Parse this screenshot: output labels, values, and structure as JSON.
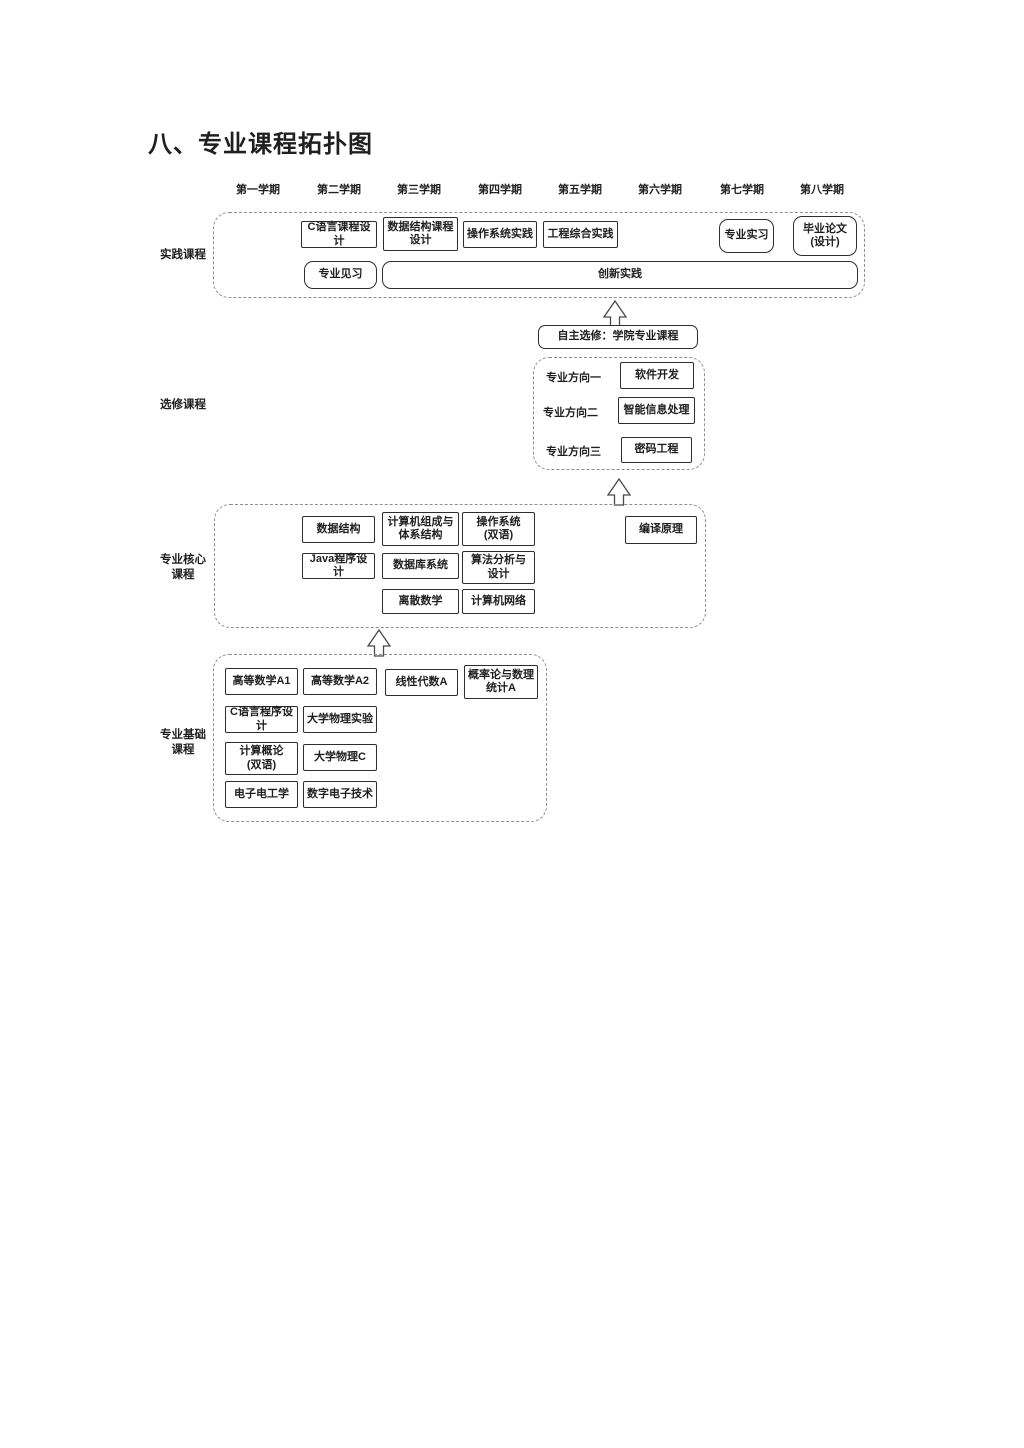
{
  "title": "八、专业课程拓扑图",
  "semester_headers": [
    "第一学期",
    "第二学期",
    "第三学期",
    "第四学期",
    "第五学期",
    "第六学期",
    "第七学期",
    "第八学期"
  ],
  "practice": {
    "label": "实践课程",
    "c_course_design": "C语言课程设计",
    "ds_course_design": "数据结构课程\n设计",
    "os_practice": "操作系统实践",
    "engineering_practice": "工程综合实践",
    "internship": "专业实习",
    "thesis": "毕业论文\n(设计)",
    "field_study": "专业见习",
    "innovation": "创新实践"
  },
  "elective": {
    "label": "选修课程",
    "self_select": "自主选修：学院专业课程",
    "direction1_label": "专业方向一",
    "direction1_course": "软件开发",
    "direction2_label": "专业方向二",
    "direction2_course": "智能信息处理",
    "direction3_label": "专业方向三",
    "direction3_course": "密码工程"
  },
  "core": {
    "label": "专业核心\n课程",
    "data_structure": "数据结构",
    "computer_org": "计算机组成与\n体系结构",
    "os_bilingual": "操作系统\n(双语)",
    "java": "Java程序设计",
    "database": "数据库系统",
    "algorithm": "算法分析与\n设计",
    "discrete_math": "离散数学",
    "network": "计算机网络",
    "compiler": "编译原理"
  },
  "basic": {
    "label": "专业基础\n课程",
    "math_a1": "高等数学A1",
    "math_a2": "高等数学A2",
    "linear_algebra": "线性代数A",
    "probability": "概率论与数理\n统计A",
    "c_programming": "C语言程序设计",
    "physics_lab": "大学物理实验",
    "computing_intro": "计算概论\n(双语)",
    "physics_c": "大学物理C",
    "electronics": "电子电工学",
    "digital_electronics": "数字电子技术"
  },
  "colors": {
    "text": "#1f1f1f",
    "box_border": "#2e2e2e",
    "dashed_border": "#8f8f8f",
    "background": "#ffffff"
  }
}
